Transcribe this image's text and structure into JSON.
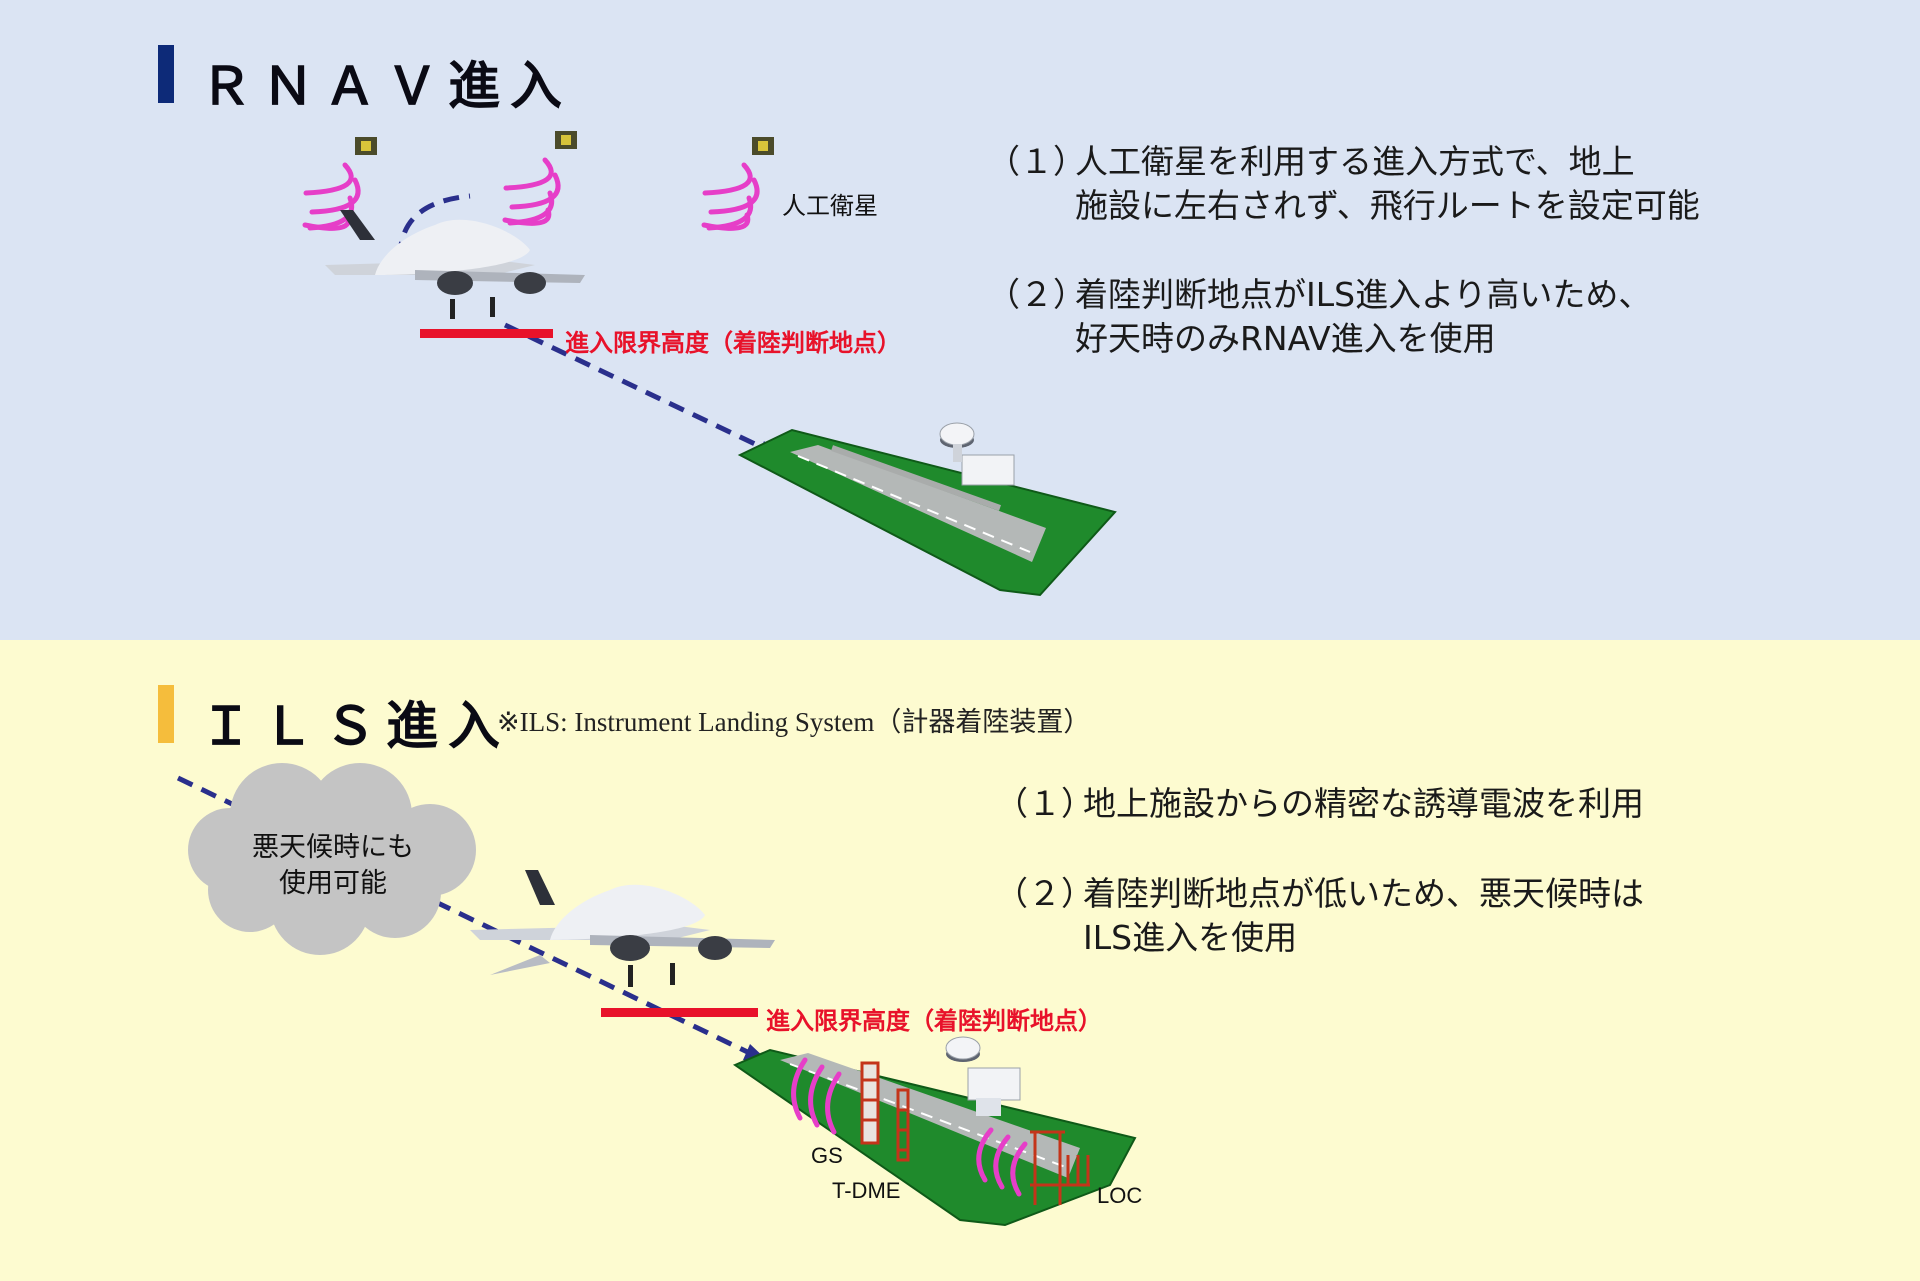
{
  "rnav": {
    "title": "ＲＮＡＶ進入",
    "satellite_label": "人工衛星",
    "decision_label": "進入限界高度（着陸判断地点）",
    "points": [
      {
        "num": "（１）",
        "line1": "人工衛星を利用する進入方式で、地上",
        "line2": "施設に左右されず、飛行ルートを設定可能"
      },
      {
        "num": "（２）",
        "line1": "着陸判断地点がILS進入より高いため、",
        "line2": "好天時のみRNAV進入を使用"
      }
    ]
  },
  "ils": {
    "title": "ＩＬＳ進入",
    "note": "※ILS: Instrument Landing System（計器着陸装置）",
    "cloud_line1": "悪天候時にも",
    "cloud_line2": "使用可能",
    "decision_label": "進入限界高度（着陸判断地点）",
    "gs_label": "GS",
    "tdme_label": "T-DME",
    "loc_label": "LOC",
    "points": [
      {
        "num": "（１）",
        "line1": "地上施設からの精密な誘導電波を利用",
        "line2": ""
      },
      {
        "num": "（２）",
        "line1": "着陸判断地点が低いため、悪天候時は",
        "line2": "ILS進入を使用"
      }
    ]
  },
  "colors": {
    "rnav_bg": "#dbe4f3",
    "ils_bg": "#fdfbd0",
    "rnav_bar": "#0d2a78",
    "ils_bar": "#f5bd3c",
    "decision_line": "#e8122a",
    "approach_path": "#2a2f8c",
    "radio_wave": "#e63ec8",
    "ground": "#1f8a2c"
  },
  "icons": [
    "satellite-icon",
    "aircraft-icon",
    "airport-icon",
    "cloud-icon",
    "glideslope-antenna-icon",
    "localizer-antenna-icon"
  ]
}
